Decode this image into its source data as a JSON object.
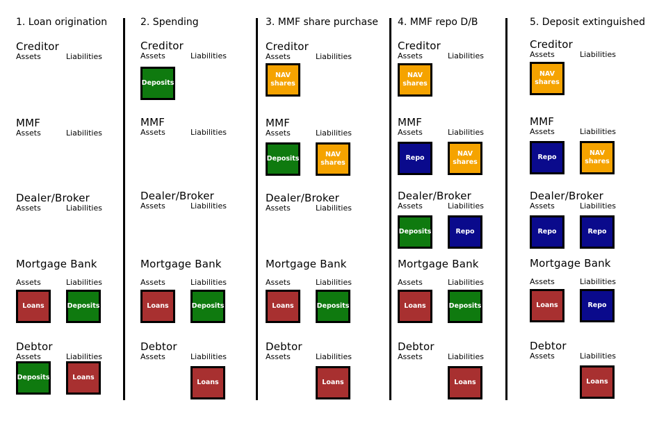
{
  "labels": {
    "assets": "Assets",
    "liabilities": "Liabilities"
  },
  "colors": {
    "deposits": "#0f7a0f",
    "loans": "#a83030",
    "nav": "#f5a300",
    "repo": "#0a0a8c"
  },
  "stages": [
    {
      "title": "1. Loan origination",
      "entities": [
        {
          "name": "Creditor",
          "assets": [],
          "liabilities": []
        },
        {
          "name": "MMF",
          "assets": [],
          "liabilities": []
        },
        {
          "name": "Dealer/Broker",
          "assets": [],
          "liabilities": []
        },
        {
          "name": "Mortgage Bank",
          "assets": [
            {
              "label": "Loans",
              "kind": "loans"
            }
          ],
          "liabilities": [
            {
              "label": "Deposits",
              "kind": "deposits"
            }
          ]
        },
        {
          "name": "Debtor",
          "assets": [
            {
              "label": "Deposits",
              "kind": "deposits"
            }
          ],
          "liabilities": [
            {
              "label": "Loans",
              "kind": "loans"
            }
          ]
        }
      ]
    },
    {
      "title": "2. Spending",
      "entities": [
        {
          "name": "Creditor",
          "assets": [
            {
              "label": "Deposits",
              "kind": "deposits"
            }
          ],
          "liabilities": []
        },
        {
          "name": "MMF",
          "assets": [],
          "liabilities": []
        },
        {
          "name": "Dealer/Broker",
          "assets": [],
          "liabilities": []
        },
        {
          "name": "Mortgage Bank",
          "assets": [
            {
              "label": "Loans",
              "kind": "loans"
            }
          ],
          "liabilities": [
            {
              "label": "Deposits",
              "kind": "deposits"
            }
          ]
        },
        {
          "name": "Debtor",
          "assets": [],
          "liabilities": [
            {
              "label": "Loans",
              "kind": "loans"
            }
          ]
        }
      ]
    },
    {
      "title": "3. MMF share purchase",
      "entities": [
        {
          "name": "Creditor",
          "assets": [
            {
              "label": "NAV shares",
              "kind": "nav"
            }
          ],
          "liabilities": []
        },
        {
          "name": "MMF",
          "assets": [
            {
              "label": "Deposits",
              "kind": "deposits"
            }
          ],
          "liabilities": [
            {
              "label": "NAV shares",
              "kind": "nav"
            }
          ]
        },
        {
          "name": "Dealer/Broker",
          "assets": [],
          "liabilities": []
        },
        {
          "name": "Mortgage Bank",
          "assets": [
            {
              "label": "Loans",
              "kind": "loans"
            }
          ],
          "liabilities": [
            {
              "label": "Deposits",
              "kind": "deposits"
            }
          ]
        },
        {
          "name": "Debtor",
          "assets": [],
          "liabilities": [
            {
              "label": "Loans",
              "kind": "loans"
            }
          ]
        }
      ]
    },
    {
      "title": "4. MMF repo D/B",
      "entities": [
        {
          "name": "Creditor",
          "assets": [
            {
              "label": "NAV shares",
              "kind": "nav"
            }
          ],
          "liabilities": []
        },
        {
          "name": "MMF",
          "assets": [
            {
              "label": "Repo",
              "kind": "repo"
            }
          ],
          "liabilities": [
            {
              "label": "NAV shares",
              "kind": "nav"
            }
          ]
        },
        {
          "name": "Dealer/Broker",
          "assets": [
            {
              "label": "Deposits",
              "kind": "deposits"
            }
          ],
          "liabilities": [
            {
              "label": "Repo",
              "kind": "repo"
            }
          ]
        },
        {
          "name": "Mortgage Bank",
          "assets": [
            {
              "label": "Loans",
              "kind": "loans"
            }
          ],
          "liabilities": [
            {
              "label": "Deposits",
              "kind": "deposits"
            }
          ]
        },
        {
          "name": "Debtor",
          "assets": [],
          "liabilities": [
            {
              "label": "Loans",
              "kind": "loans"
            }
          ]
        }
      ]
    },
    {
      "title": "5. Deposit extinguished",
      "entities": [
        {
          "name": "Creditor",
          "assets": [
            {
              "label": "NAV shares",
              "kind": "nav"
            }
          ],
          "liabilities": []
        },
        {
          "name": "MMF",
          "assets": [
            {
              "label": "Repo",
              "kind": "repo"
            }
          ],
          "liabilities": [
            {
              "label": "NAV shares",
              "kind": "nav"
            }
          ]
        },
        {
          "name": "Dealer/Broker",
          "assets": [
            {
              "label": "Repo",
              "kind": "repo"
            }
          ],
          "liabilities": [
            {
              "label": "Repo",
              "kind": "repo"
            }
          ]
        },
        {
          "name": "Mortgage Bank",
          "assets": [
            {
              "label": "Loans",
              "kind": "loans"
            }
          ],
          "liabilities": [
            {
              "label": "Repo",
              "kind": "repo"
            }
          ]
        },
        {
          "name": "Debtor",
          "assets": [],
          "liabilities": [
            {
              "label": "Loans",
              "kind": "loans"
            }
          ]
        }
      ]
    }
  ]
}
